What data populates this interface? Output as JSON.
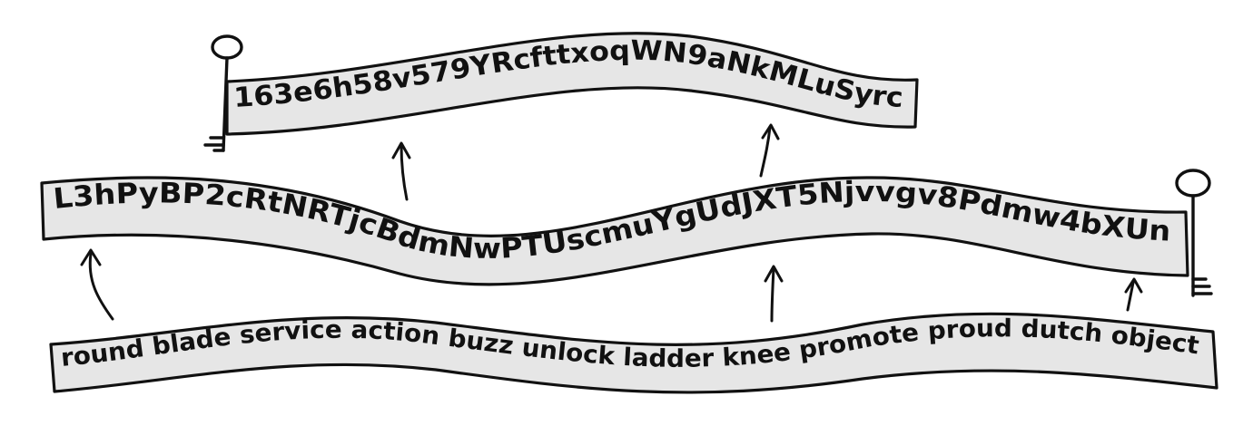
{
  "ribbons": {
    "top": {
      "text": "163e6h58v579YRcfttxoqWN9aNkMLuSyrc"
    },
    "middle": {
      "text": "L3hPyBP2cRtNRTjcBdmNwPTUscmuYgUdJXT5Njvvgv8Pdmw4bXUn"
    },
    "bottom": {
      "text": "round blade service action buzz unlock ladder knee promote proud dutch object"
    }
  },
  "icons": {
    "key_left": "key-icon",
    "key_right": "key-icon",
    "arrow": "arrow-up-icon"
  },
  "colors": {
    "ribbon_fill": "#e6e6e6",
    "ink": "#111111",
    "background": "#ffffff"
  }
}
